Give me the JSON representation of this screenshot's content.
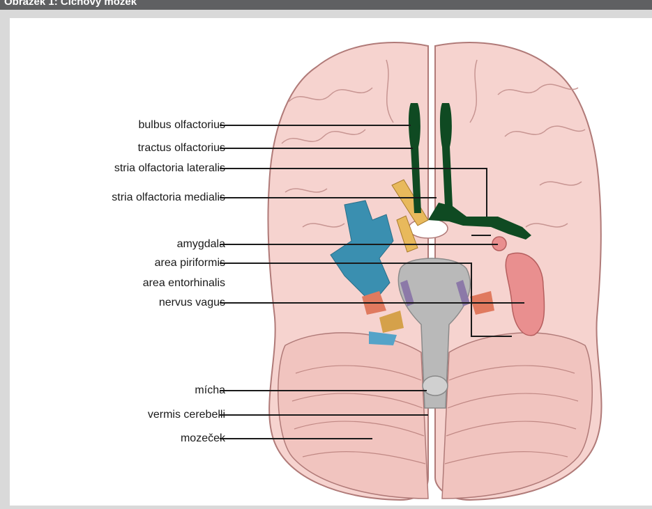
{
  "header": {
    "title": "Obrázek 1: Čichový mozek"
  },
  "labels": [
    "bulbus olfactorius",
    "tractus olfactorius",
    "stria olfactoria lateralis",
    "stria olfactoria medialis",
    "amygdala",
    "area piriformis",
    "area entorhinalis",
    "nervus vagus",
    "mícha",
    "vermis cerebelli",
    "mozeček"
  ],
  "colors": {
    "brain": "#f6d3cf",
    "brain_stroke": "#b07a78",
    "olfactory": "#0f4a22",
    "entorhinal": "#e98f8f",
    "brainstem": "#b9b9b9",
    "blue_vessel": "#3a8fb0",
    "header_bg": "#5f6062"
  }
}
